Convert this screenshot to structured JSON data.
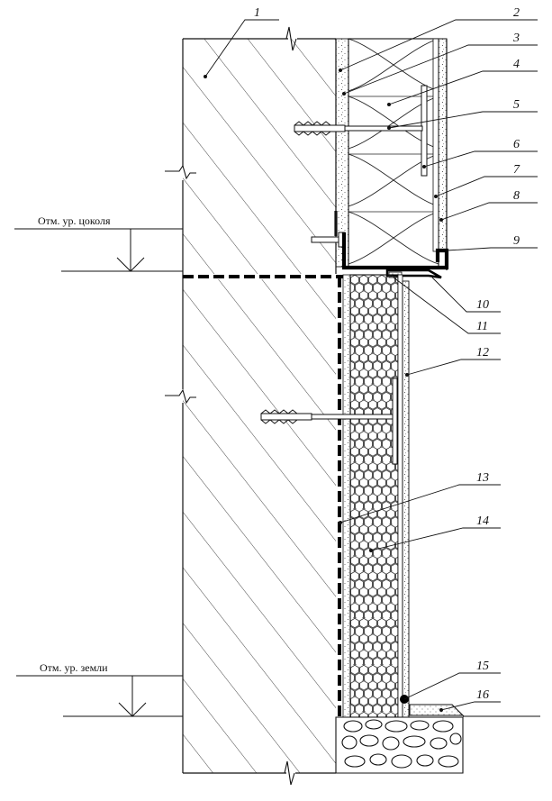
{
  "levels": {
    "plinth": "Отм. ур. цоколя",
    "ground": "Отм. ур. земли"
  },
  "callouts": [
    "1",
    "2",
    "3",
    "4",
    "5",
    "6",
    "7",
    "8",
    "9",
    "10",
    "11",
    "12",
    "13",
    "14",
    "15",
    "16"
  ]
}
